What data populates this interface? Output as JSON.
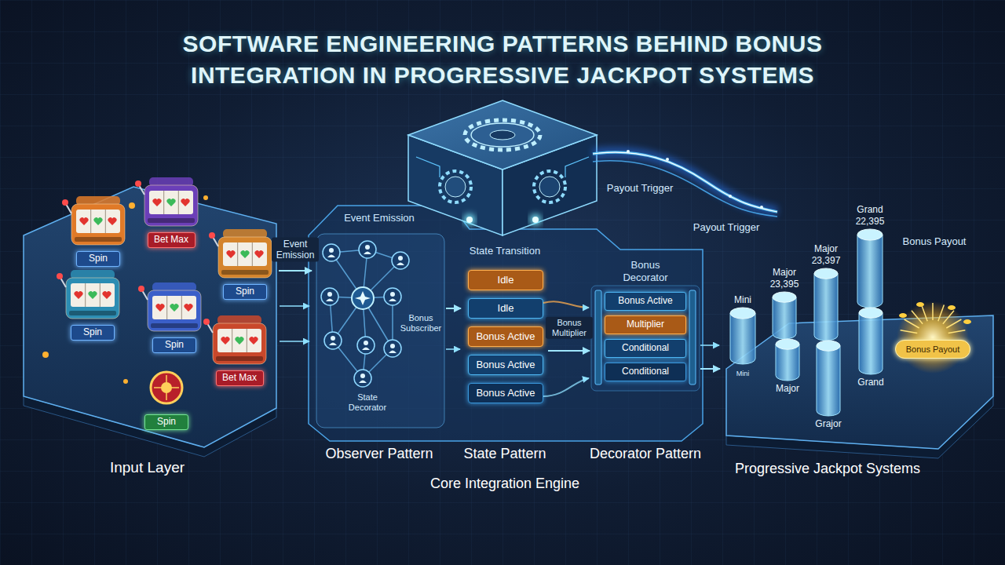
{
  "diagram": {
    "title": "SOFTWARE ENGINEERING PATTERNS BEHIND BONUS INTEGRATION IN PROGRESSIVE JACKPOT SYSTEMS",
    "nodes": [
      {
        "text": [
          "Input Layer"
        ]
      },
      {
        "text": [
          "Bet Max"
        ],
        "in": 0
      },
      {
        "text": [
          "Spin"
        ],
        "in": 0
      },
      {
        "text": [
          "Spin"
        ],
        "in": 0
      },
      {
        "text": [
          "Spin"
        ],
        "in": 0
      },
      {
        "text": [
          "Spin"
        ],
        "in": 0
      },
      {
        "text": [
          "Bet Max"
        ],
        "in": 0
      },
      {
        "text": [
          "Spin"
        ],
        "in": 0
      },
      {
        "text": [
          "Core Integration Engine"
        ]
      },
      {
        "text": [
          "Event Emission",
          "Observer Pattern"
        ],
        "in": 8
      },
      {
        "text": [
          "State Transition",
          "State Pattern"
        ],
        "in": 8
      },
      {
        "text": [
          "Idle"
        ],
        "in": 10
      },
      {
        "text": [
          "Idle"
        ],
        "in": 10
      },
      {
        "text": [
          "Bonus Active"
        ],
        "in": 10
      },
      {
        "text": [
          "Bonus Active"
        ],
        "in": 10
      },
      {
        "text": [
          "Bonus Active"
        ],
        "in": 10
      },
      {
        "text": [
          "Bonus Decorator",
          "Decorator Pattern"
        ],
        "in": 8
      },
      {
        "text": [
          "Bonus Active"
        ],
        "in": 16
      },
      {
        "text": [
          "Multiplier"
        ],
        "in": 16
      },
      {
        "text": [
          "Conditional"
        ],
        "in": 16
      },
      {
        "text": [
          "Conditional"
        ],
        "in": 16
      },
      {
        "text": [
          "Progressive Jackpot Systems"
        ]
      },
      {
        "text": [
          "Mini"
        ],
        "in": 21
      },
      {
        "text": [
          "Major 23,395"
        ],
        "in": 21
      },
      {
        "text": [
          "Major 23,397"
        ],
        "in": 21
      },
      {
        "text": [
          "Grand 22,395"
        ],
        "in": 21
      },
      {
        "text": [
          "Major"
        ],
        "in": 21
      },
      {
        "text": [
          "Grajor"
        ],
        "in": 21
      },
      {
        "text": [
          "Grand"
        ],
        "in": 21
      },
      {
        "text": [
          "Bonus Payout"
        ],
        "in": 21
      }
    ],
    "edges": [
      {
        "from": 0,
        "to": 9,
        "arrow": "to",
        "label": "Event Emission"
      },
      {
        "from": 9,
        "to": 10,
        "arrow": "to"
      },
      {
        "from": 10,
        "to": 16,
        "arrow": "to",
        "label": "Bonus Multiplier"
      },
      {
        "from": 16,
        "to": 21,
        "arrow": "to"
      }
    ],
    "labels": [
      "Payout Trigger",
      "Payout Trigger",
      "Bonus Subscriber",
      "State Decorator",
      "Bonus Payout",
      "Mini"
    ]
  }
}
